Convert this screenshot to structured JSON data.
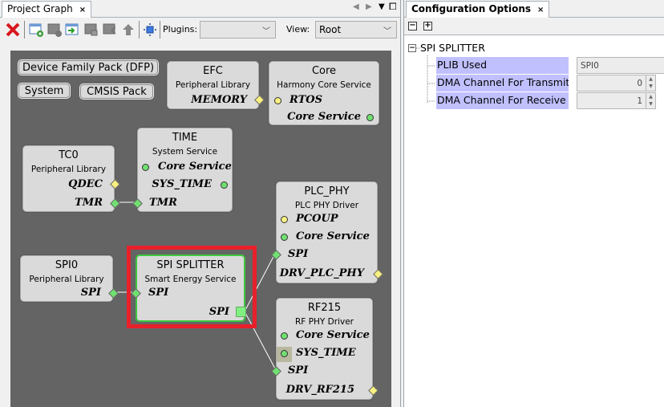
{
  "left_panel": {
    "tab_label": "Project Graph",
    "tab_close": "×",
    "toolbar": {
      "icons": [
        "delete-icon",
        "new-container-icon",
        "remove-container-icon",
        "import-icon",
        "export-icon",
        "move-icon",
        "up-icon",
        "fit-view-icon"
      ],
      "plugins_label": "Plugins:",
      "plugins_value": "",
      "view_label": "View:",
      "view_value": "Root"
    },
    "nav": {
      "prev": "◀",
      "next": "▶",
      "menu": "▼",
      "maximize": "⧠"
    }
  },
  "graph": {
    "groups": [
      {
        "label": "Device Family Pack (DFP)"
      },
      {
        "label": "System"
      },
      {
        "label": "CMSIS Pack"
      }
    ],
    "nodes": {
      "efc": {
        "title": "EFC",
        "subtitle": "Peripheral Library",
        "ports": [
          "MEMORY"
        ]
      },
      "core": {
        "title": "Core",
        "subtitle": "Harmony Core Service",
        "ports": [
          "RTOS",
          "Core Service"
        ]
      },
      "time": {
        "title": "TIME",
        "subtitle": "System Service",
        "ports": [
          "Core Service",
          "SYS_TIME",
          "TMR"
        ]
      },
      "tc0": {
        "title": "TC0",
        "subtitle": "Peripheral Library",
        "ports": [
          "QDEC",
          "TMR"
        ]
      },
      "plc_phy": {
        "title": "PLC_PHY",
        "subtitle": "PLC PHY Driver",
        "ports": [
          "PCOUP",
          "Core Service",
          "SPI",
          "DRV_PLC_PHY"
        ]
      },
      "spi0": {
        "title": "SPI0",
        "subtitle": "Peripheral Library",
        "ports": [
          "SPI"
        ]
      },
      "spi_splitter": {
        "title": "SPI SPLITTER",
        "subtitle": "Smart Energy Service",
        "ports": [
          "SPI",
          "SPI"
        ],
        "selected": true
      },
      "rf215": {
        "title": "RF215",
        "subtitle": "RF PHY Driver",
        "ports": [
          "Core Service",
          "SYS_TIME",
          "SPI",
          "DRV_RF215"
        ]
      }
    },
    "colors": {
      "canvas": "#646464",
      "highlight": "#e8202a",
      "selected_border": "#3ec83e",
      "port_green": "#70e070",
      "port_yellow": "#f8f080"
    }
  },
  "right_panel": {
    "tab_label": "Configuration Options",
    "tab_close": "×",
    "collapse_all": "−",
    "expand_all": "+",
    "tree_root": "SPI SPLITTER",
    "tree_toggle": "−",
    "properties": [
      {
        "label": "PLIB Used",
        "value": "SPI0"
      },
      {
        "label": "DMA Channel For Transmit",
        "value": "0"
      },
      {
        "label": "DMA Channel For Receive",
        "value": "1"
      }
    ]
  }
}
